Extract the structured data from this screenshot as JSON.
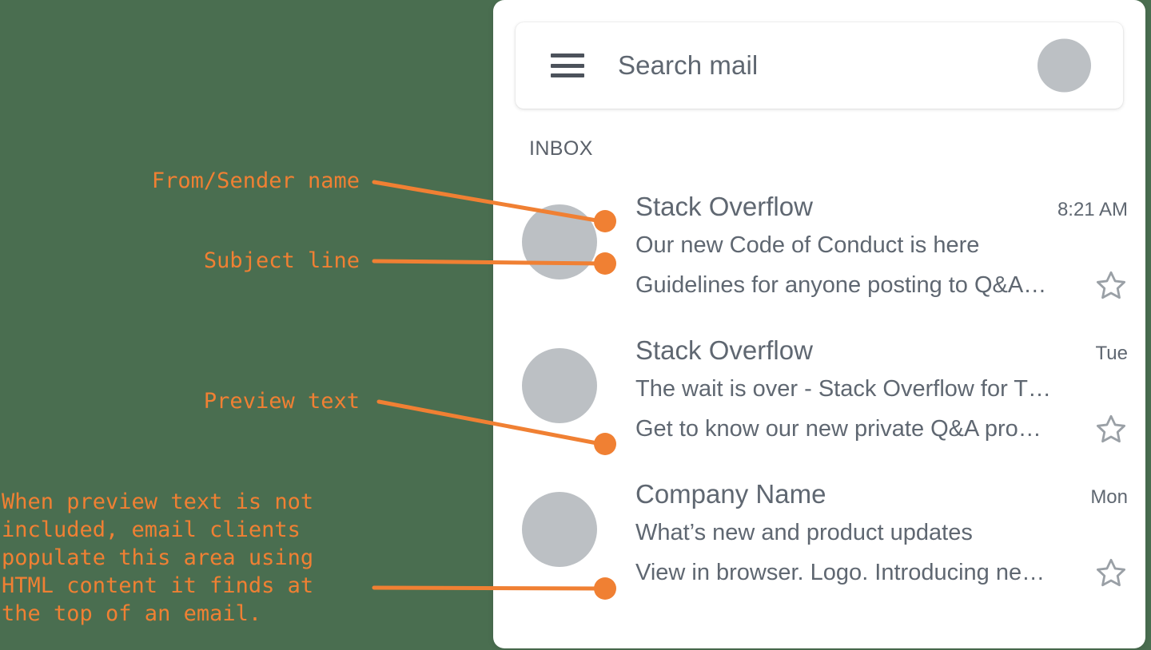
{
  "theme": {
    "background_color": "#4a6e50",
    "panel_color": "#ffffff",
    "accent_color": "#F08033",
    "text_color": "#5f6771",
    "avatar_color": "#bcc0c4"
  },
  "app": {
    "search": {
      "placeholder": "Search mail",
      "menu_icon": "hamburger-icon",
      "avatar_icon": "account-avatar"
    },
    "folder_label": "INBOX",
    "emails": [
      {
        "sender": "Stack Overflow",
        "time": "8:21 AM",
        "subject": "Our new Code of Conduct is here",
        "preview": "Guidelines for anyone posting to Q&A…",
        "star_icon": "star-outline-icon"
      },
      {
        "sender": "Stack Overflow",
        "time": "Tue",
        "subject": "The wait is over - Stack Overflow for T…",
        "preview": "Get to know our new private Q&A pro…",
        "star_icon": "star-outline-icon"
      },
      {
        "sender": "Company Name",
        "time": "Mon",
        "subject": "What’s new and product updates",
        "preview": "View in browser. Logo. Introducing ne…",
        "star_icon": "star-outline-icon"
      }
    ]
  },
  "annotations": {
    "from_sender": "From/Sender name",
    "subject_line": "Subject line",
    "preview_text": "Preview text",
    "note_line_1": "When preview text is not",
    "note_line_2": "included, email clients",
    "note_line_3": "populate this area using",
    "note_line_4": "HTML content it finds at",
    "note_line_5": "the top of an email."
  }
}
